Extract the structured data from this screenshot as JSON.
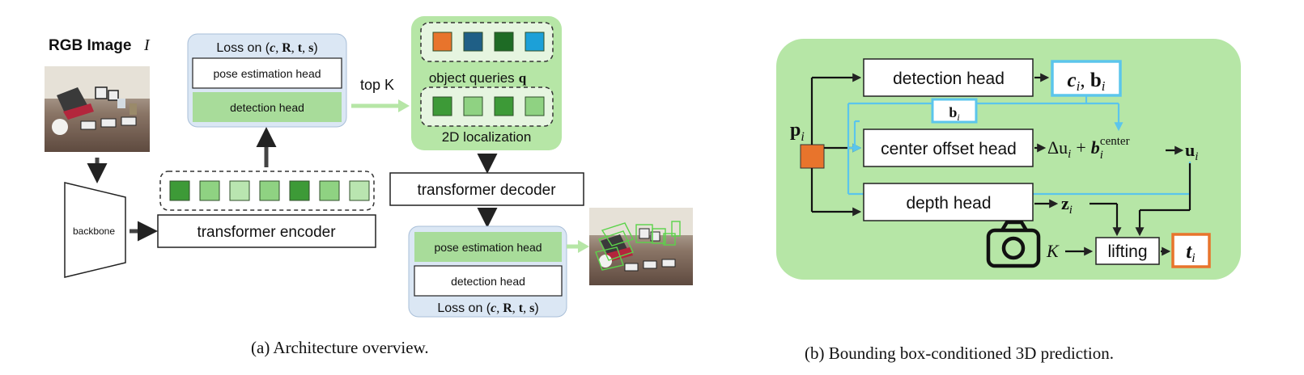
{
  "panel_a": {
    "rgb_label": "RGB Image",
    "rgb_symbol": "I",
    "backbone": "backbone",
    "encoder": "transformer encoder",
    "loss_top": {
      "prefix": "Loss on (",
      "c": "c",
      "R": "R",
      "t": "t",
      "s": "s",
      "suffix": ")"
    },
    "pose_head": "pose estimation head",
    "detection_head": "detection head",
    "top_k": "top K",
    "object_queries": "object queries",
    "q": "q",
    "localization": "2D localization",
    "decoder": "transformer decoder",
    "pose_head_bottom": "pose estimation head",
    "detection_head_bottom": "detection head",
    "loss_bottom": {
      "prefix": "Loss on (",
      "c": "c",
      "R": "R",
      "t": "t",
      "s": "s",
      "suffix": ")"
    },
    "caption": "(a) Architecture overview.",
    "query_colors": [
      "#e8742c",
      "#1f5f86",
      "#1e6b25",
      "#1ca0d8"
    ],
    "localization_colors": [
      "#3d9a37",
      "#8fd282",
      "#3d9a37",
      "#8fd282"
    ],
    "encoder_token_colors": [
      "#3d9a37",
      "#8fd282",
      "#b9e5b0",
      "#8fd282",
      "#3d9a37",
      "#8fd282",
      "#b9e5b0"
    ]
  },
  "panel_b": {
    "p": "p",
    "p_sub": "i",
    "detection_head": "detection head",
    "ci": "c",
    "ci_sub": "i",
    "bi": "b",
    "bi_sub": "i",
    "b_tag": "b",
    "b_tag_sub": "i",
    "center_offset_head": "center offset head",
    "delta_u": "Δu",
    "delta_u_sub": "i",
    "plus": "+",
    "b_center": "b",
    "b_center_sub": "i",
    "b_center_sup": "center",
    "u": "u",
    "u_sub": "i",
    "depth_head": "depth head",
    "z": "z",
    "z_sub": "i",
    "K": "K",
    "lifting": "lifting",
    "t": "t",
    "t_sub": "i",
    "caption": "(b) Bounding box-conditioned 3D prediction."
  },
  "colors": {
    "light_green": "#b6e6a6",
    "soft_blue": "#dbe7f4",
    "head_green": "#a8dc9a",
    "orange": "#e8742c",
    "cyan": "#5bc5ec",
    "arrow": "#444444"
  }
}
